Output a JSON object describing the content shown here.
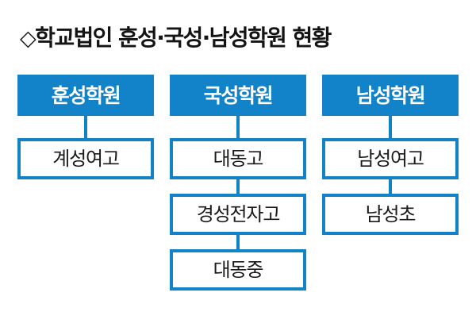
{
  "title": {
    "bullet": "◇",
    "text": "학교법인 훈성·국성·남성학원 현황"
  },
  "colors": {
    "brand_blue": "#1283c8",
    "box_fill": "#ffffff",
    "text_dark": "#1a1a1a",
    "text_light": "#ffffff",
    "page_background": "#ffffff"
  },
  "chart_data": {
    "type": "diagram",
    "title": "◇학교법인 훈성·국성·남성학원 현황",
    "layout": "three-column organizational tree",
    "columns": [
      {
        "root": "훈성학원",
        "children": [
          "계성여고"
        ]
      },
      {
        "root": "국성학원",
        "children": [
          "대동고",
          "경성전자고",
          "대동중"
        ]
      },
      {
        "root": "남성학원",
        "children": [
          "남성여고",
          "남성초"
        ]
      }
    ]
  },
  "columns": [
    {
      "root_label": "훈성학원",
      "nodes": [
        "계성여고"
      ]
    },
    {
      "root_label": "국성학원",
      "nodes": [
        "대동고",
        "경성전자고",
        "대동중"
      ]
    },
    {
      "root_label": "남성학원",
      "nodes": [
        "남성여고",
        "남성초"
      ]
    }
  ]
}
